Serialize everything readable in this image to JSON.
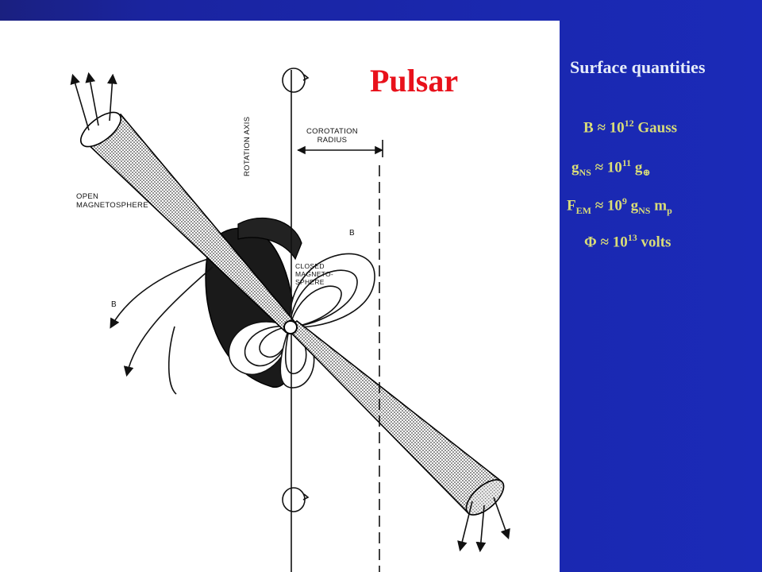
{
  "diagram": {
    "title": "Pulsar",
    "labels": {
      "corotation": "COROTATION\nRADIUS",
      "rotation_axis": "ROTATION AXIS",
      "open": "OPEN\nMAGNETOSPHERE",
      "closed": "CLOSED\nMAGNETO-\nSPHERE",
      "b_field_1": "B",
      "b_field_2": "B"
    }
  },
  "sidebar": {
    "title": "Surface quantities",
    "equations": {
      "b": {
        "lhs": "B",
        "rel": "≈",
        "base": "10",
        "exp": "12",
        "unit": "Gauss"
      },
      "g": {
        "lhs": "g",
        "lhs_sub": "NS",
        "rel": "≈",
        "base": "10",
        "exp": "11",
        "rhs": "g",
        "rhs_sub": "⊕"
      },
      "f": {
        "lhs": "F",
        "lhs_sub": "EM",
        "rel": "≈",
        "base": "10",
        "exp": "9",
        "g": "g",
        "g_sub": "NS",
        "m": "m",
        "m_sub": "p"
      },
      "phi": {
        "lhs": "Φ",
        "rel": "≈",
        "base": "10",
        "exp": "13",
        "unit": "volts"
      }
    }
  },
  "colors": {
    "background": "#1a28b0",
    "title_red": "#e8111b",
    "equation_yellow": "#d8dc78",
    "heading_white": "#e6edf9"
  }
}
